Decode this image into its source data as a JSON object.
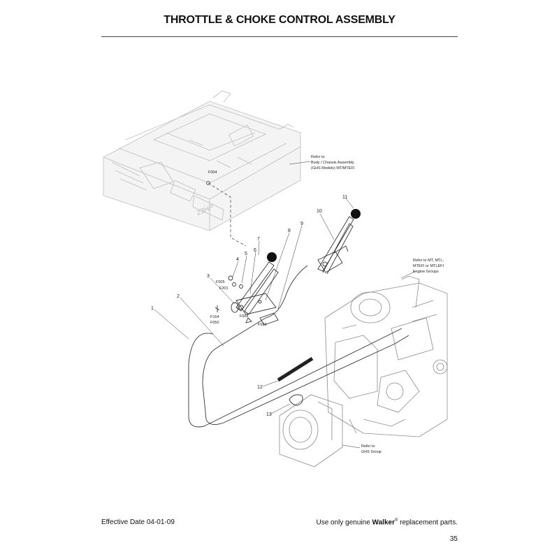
{
  "page": {
    "title": "THROTTLE & CHOKE CONTROL ASSEMBLY",
    "effective_date": "Effective Date 04-01-09",
    "footer_prefix": "Use only genuine ",
    "footer_brand": "Walker",
    "footer_reg": "®",
    "footer_suffix": " replacement parts.",
    "page_number": "35"
  },
  "diagram": {
    "callouts": [
      "1",
      "2",
      "3",
      "4",
      "5",
      "6",
      "7",
      "8",
      "9",
      "10",
      "11",
      "12",
      "13"
    ],
    "hardware": [
      "F004",
      "F004",
      "F005",
      "F201",
      "F164",
      "F050",
      "F029"
    ],
    "refs": {
      "body": [
        "Refer to",
        "Body / Chassis Assembly",
        "(GHS Models) MT/MTEFI"
      ],
      "engine": [
        "Refer to MT, MTL,",
        "MTEFI or MTLEFI",
        "Engine Groups"
      ],
      "ghs": [
        "Refer to",
        "GHS Group"
      ]
    },
    "decal": "23HP"
  }
}
